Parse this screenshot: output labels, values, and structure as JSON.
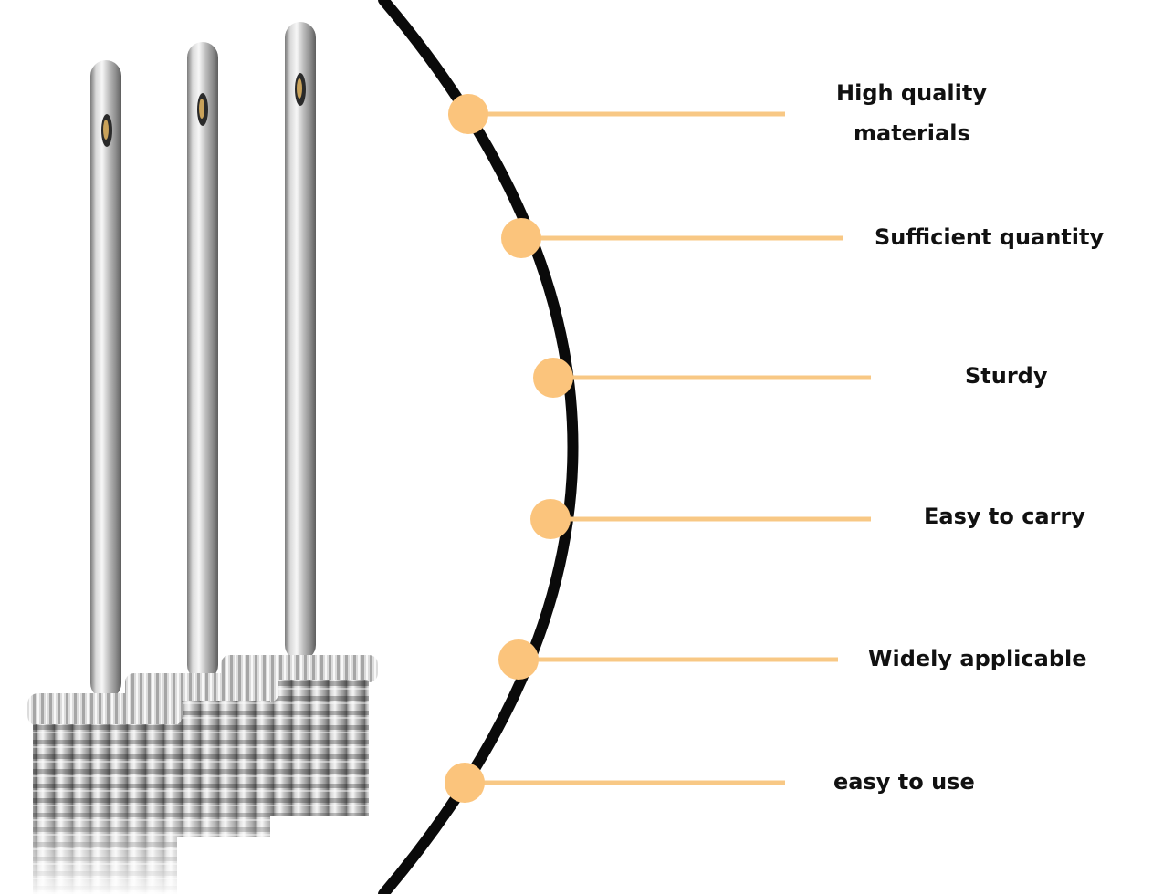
{
  "features": [
    {
      "id": "high-quality-materials",
      "lines": [
        "High quality",
        "materials"
      ]
    },
    {
      "id": "sufficient-quantity",
      "label": "Sufficient quantity"
    },
    {
      "id": "sturdy",
      "label": "Sturdy"
    },
    {
      "id": "easy-to-carry",
      "label": "Easy to carry"
    },
    {
      "id": "widely-applicable",
      "label": "Widely applicable"
    },
    {
      "id": "easy-to-use",
      "label": "easy to use"
    }
  ],
  "colors": {
    "accent_dot": "#fbc47c",
    "accent_line": "#f8c885",
    "arc": "#0a0a0a",
    "text": "#111111",
    "background": "#ffffff",
    "steel_light": "#f4f4f4",
    "steel_mid": "#b9b9b9",
    "steel_dark": "#6c6c6c"
  },
  "product": {
    "name": "ball-inflation-needle",
    "count": 3
  }
}
